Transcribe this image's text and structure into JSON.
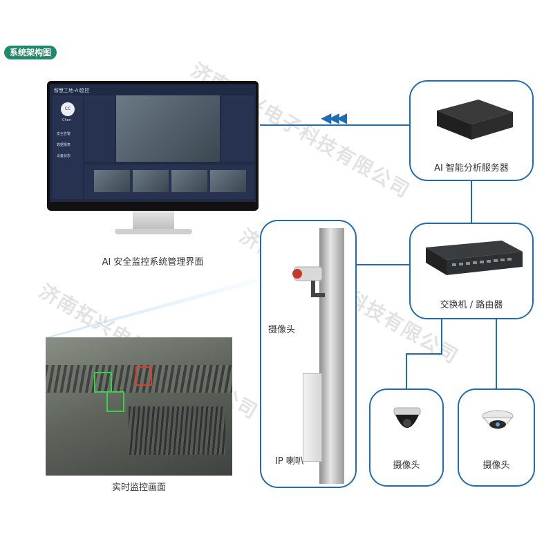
{
  "badge": "系统架构图",
  "watermark": "济南拓兴电子科技有限公司",
  "arrows": "◀◀◀",
  "labels": {
    "monitor": "AI 安全监控系统管理界面",
    "live_view": "实时监控画面",
    "server": "AI 智能分析服务器",
    "switch": "交换机 / 路由器",
    "pole_camera": "摄像头",
    "ip_speaker": "IP 喇叭",
    "dome_camera_1": "摄像头",
    "dome_camera_2": "摄像头"
  },
  "screen": {
    "title": "智慧工地-AI监控",
    "avatar": "CC",
    "user": "Chen",
    "menu": [
      "安全告警",
      "数据报表",
      "设备状态"
    ]
  },
  "colors": {
    "line": "#1e6cb3",
    "badge": "#1d8a6b"
  }
}
